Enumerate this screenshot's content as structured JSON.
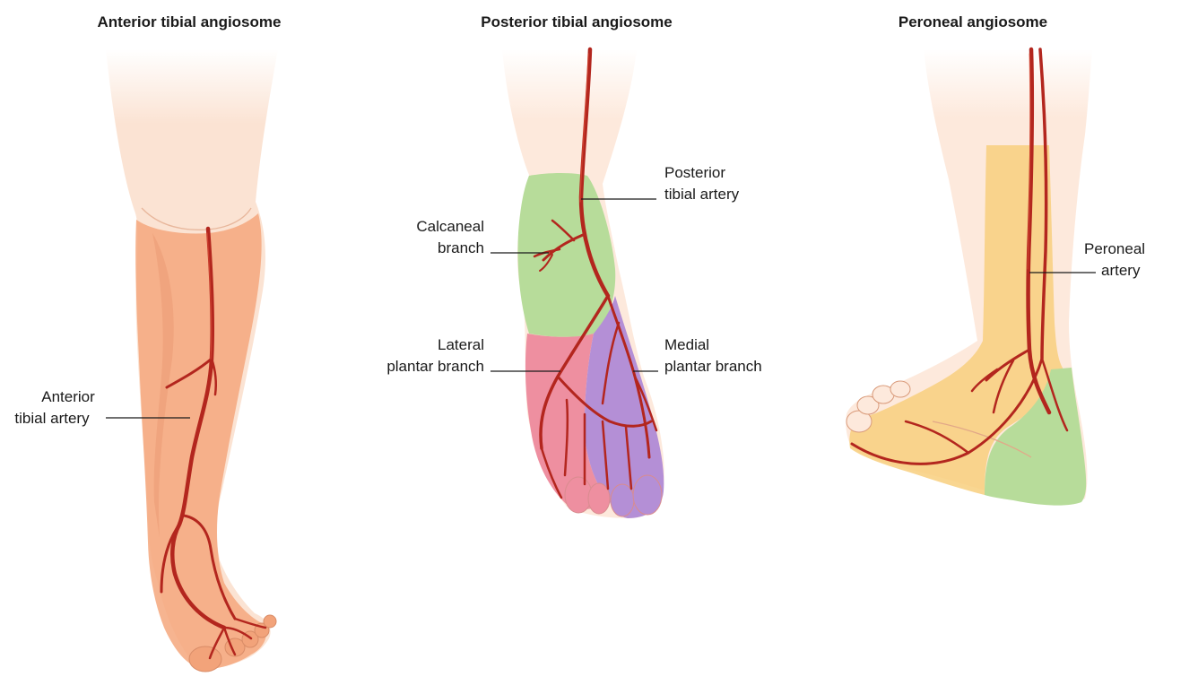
{
  "panels": [
    {
      "title": "Anterior tibial angiosome",
      "callouts": [
        {
          "line1": "Anterior",
          "line2": "tibial artery"
        }
      ]
    },
    {
      "title": "Posterior tibial angiosome",
      "callouts": [
        {
          "line1": "Posterior",
          "line2": "tibial artery"
        },
        {
          "line1": "Calcaneal",
          "line2": "branch"
        },
        {
          "line1": "Lateral",
          "line2": "plantar branch"
        },
        {
          "line1": "Medial",
          "line2": "plantar branch"
        }
      ]
    },
    {
      "title": "Peroneal angiosome",
      "callouts": [
        {
          "line1": "Peroneal",
          "line2": "artery"
        }
      ]
    }
  ],
  "colors": {
    "skin": "#fbe3d3",
    "anterior_zone": "#f4a77c",
    "calcaneal_zone": "#b7dc9a",
    "lateral_plantar_zone": "#ee8fa0",
    "medial_plantar_zone": "#b48fd6",
    "peroneal_zone": "#f8cf7e",
    "artery": "#b3261e"
  }
}
